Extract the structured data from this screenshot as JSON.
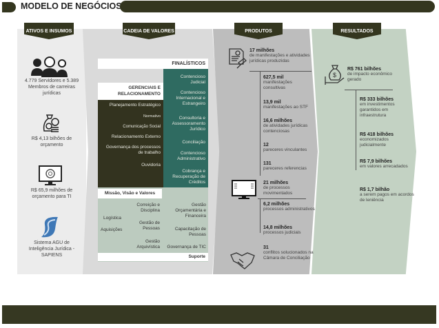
{
  "header": {
    "title": "MODELO DE NEGÓCIOS"
  },
  "tabs": [
    "ATIVOS E INSUMOS",
    "CADEIA DE VALORES",
    "PRODUTOS",
    "RESULTADOS"
  ],
  "ativos": [
    {
      "icon": "people-icon",
      "text": "4.779 Servidores e 5.389 Membros de carreiras jurídicas"
    },
    {
      "icon": "money-bag-icon",
      "text": "R$ 4,13 bilhões de orçamento"
    },
    {
      "icon": "monitor-gear-icon",
      "text": "R$ 65,9 milhões de orçamento para TI"
    },
    {
      "icon": "sapiens-logo-icon",
      "text": "Sistema AGU de Inteligência Jurídica - SAPIENS"
    }
  ],
  "cadeia": {
    "finalisticos_label": "FINALÍSTICOS",
    "finalisticos": [
      "Contencioso Judicial",
      "Contencioso Internacional e Estrangeiro",
      "Consultoria e Assessoramento Jurídico",
      "Conciliação",
      "Contencioso Administrativo",
      "Cobrança e Recuperação de Créditos"
    ],
    "gerenciais_label": "GERENCIAIS E RELACIONAMENTO",
    "gerenciais": [
      "Planejamento Estratégico",
      "Normativo",
      "Comunicação Social",
      "Relacionamento Externo",
      "Governança dos processos de trabalho",
      "Ouvidoria"
    ],
    "missao_label": "Missão, Visão e Valores",
    "suporte_label": "Suporte",
    "suporte": [
      "Logística",
      "Aquisições",
      "Correição e Disciplina",
      "Gestão de Pessoas",
      "Gestão Arquivística",
      "Gestão Orçamentária e Financeira",
      "Capacitação de Pessoas",
      "Governança de TIC"
    ]
  },
  "produtos": {
    "main": {
      "value": "17 milhões",
      "text": "de manifestações e atividades jurídicas produzidas"
    },
    "sub": [
      {
        "value": "627,5 mil",
        "text": "manifestações consultivas"
      },
      {
        "value": "13,9 mil",
        "text": "manifestações ao STF"
      },
      {
        "value": "16,6 milhões",
        "text": "de atividades jurídicas contenciosas"
      },
      {
        "value": "12",
        "text": "pareceres vinculantes"
      },
      {
        "value": "131",
        "text": "pareceres referencias"
      }
    ],
    "main2": {
      "value": "21 milhões",
      "text": "de processos movimentados"
    },
    "sub2": [
      {
        "value": "6,2 milhões",
        "text": "processos administrativos"
      },
      {
        "value": "14,8 milhões",
        "text": "processos judiciais"
      }
    ],
    "main3": {
      "value": "31",
      "text": "conflitos solucionados na Câmara de Conciliação"
    }
  },
  "resultados": {
    "main": {
      "value": "R$ 761 bilhões",
      "text": "de impacto econômico gerado"
    },
    "sub": [
      {
        "value": "R$ 333 bilhões",
        "text": "em investimentos garantidos em infraestrutura"
      },
      {
        "value": "R$ 418 bilhões",
        "text": "economizados judicialmente"
      },
      {
        "value": "R$ 7,9 bilhões",
        "text": "em valores arrecadados"
      },
      {
        "value": "R$ 1,7 bilhão",
        "text": "a serem pagos em acordos de leniência"
      }
    ]
  }
}
